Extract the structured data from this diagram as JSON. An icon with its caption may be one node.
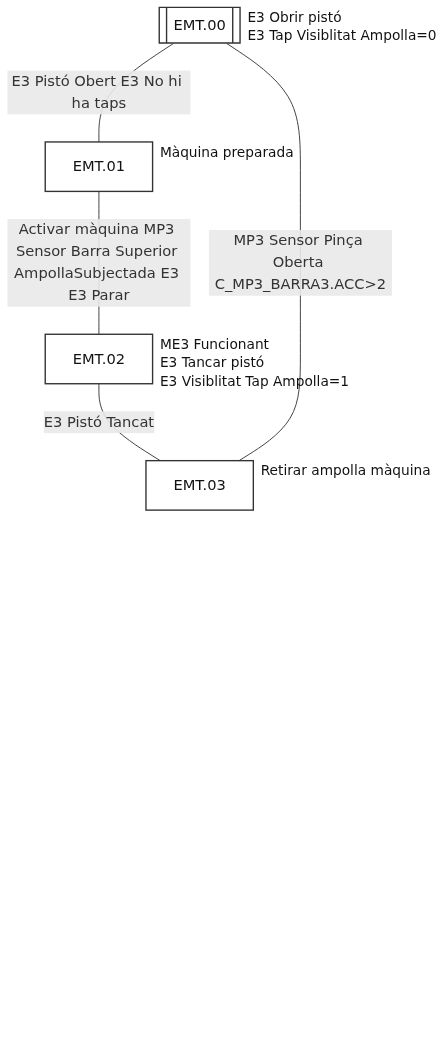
{
  "diagram": {
    "nodes": [
      {
        "text": [
          "EMT.00"
        ],
        "beside": [
          "E3 Obrir pistó",
          "E3 Tap Visiblitat Ampolla=0"
        ]
      },
      {
        "text": [
          "EMT.01"
        ],
        "beside": [
          "Màquina preparada"
        ]
      },
      {
        "text": [
          "EMT.02"
        ],
        "beside": [
          "ME3 Funcionant",
          "E3 Tancar pistó",
          "E3 Visiblitat Tap Ampolla=1"
        ]
      },
      {
        "text": [
          "EMT.03"
        ],
        "beside": [
          "Retirar ampolla màquina"
        ]
      }
    ],
    "edges": [
      {
        "from": 0,
        "to": 1,
        "arrow": "none",
        "label": "E3 Pistó Obert E3 No hi ha taps"
      },
      {
        "from": 1,
        "to": 2,
        "arrow": "none",
        "label": "Activar màquina MP3 Sensor Barra Superior AmpollaSubjectada E3 E3 Parar"
      },
      {
        "from": 2,
        "to": 3,
        "arrow": "none",
        "label": "E3 Pistó Tancat"
      },
      {
        "from": 3,
        "to": 0,
        "arrow": "none",
        "label": "MP3 Sensor Pinça Oberta C_MP3_BARRA3.ACC>2"
      }
    ]
  }
}
